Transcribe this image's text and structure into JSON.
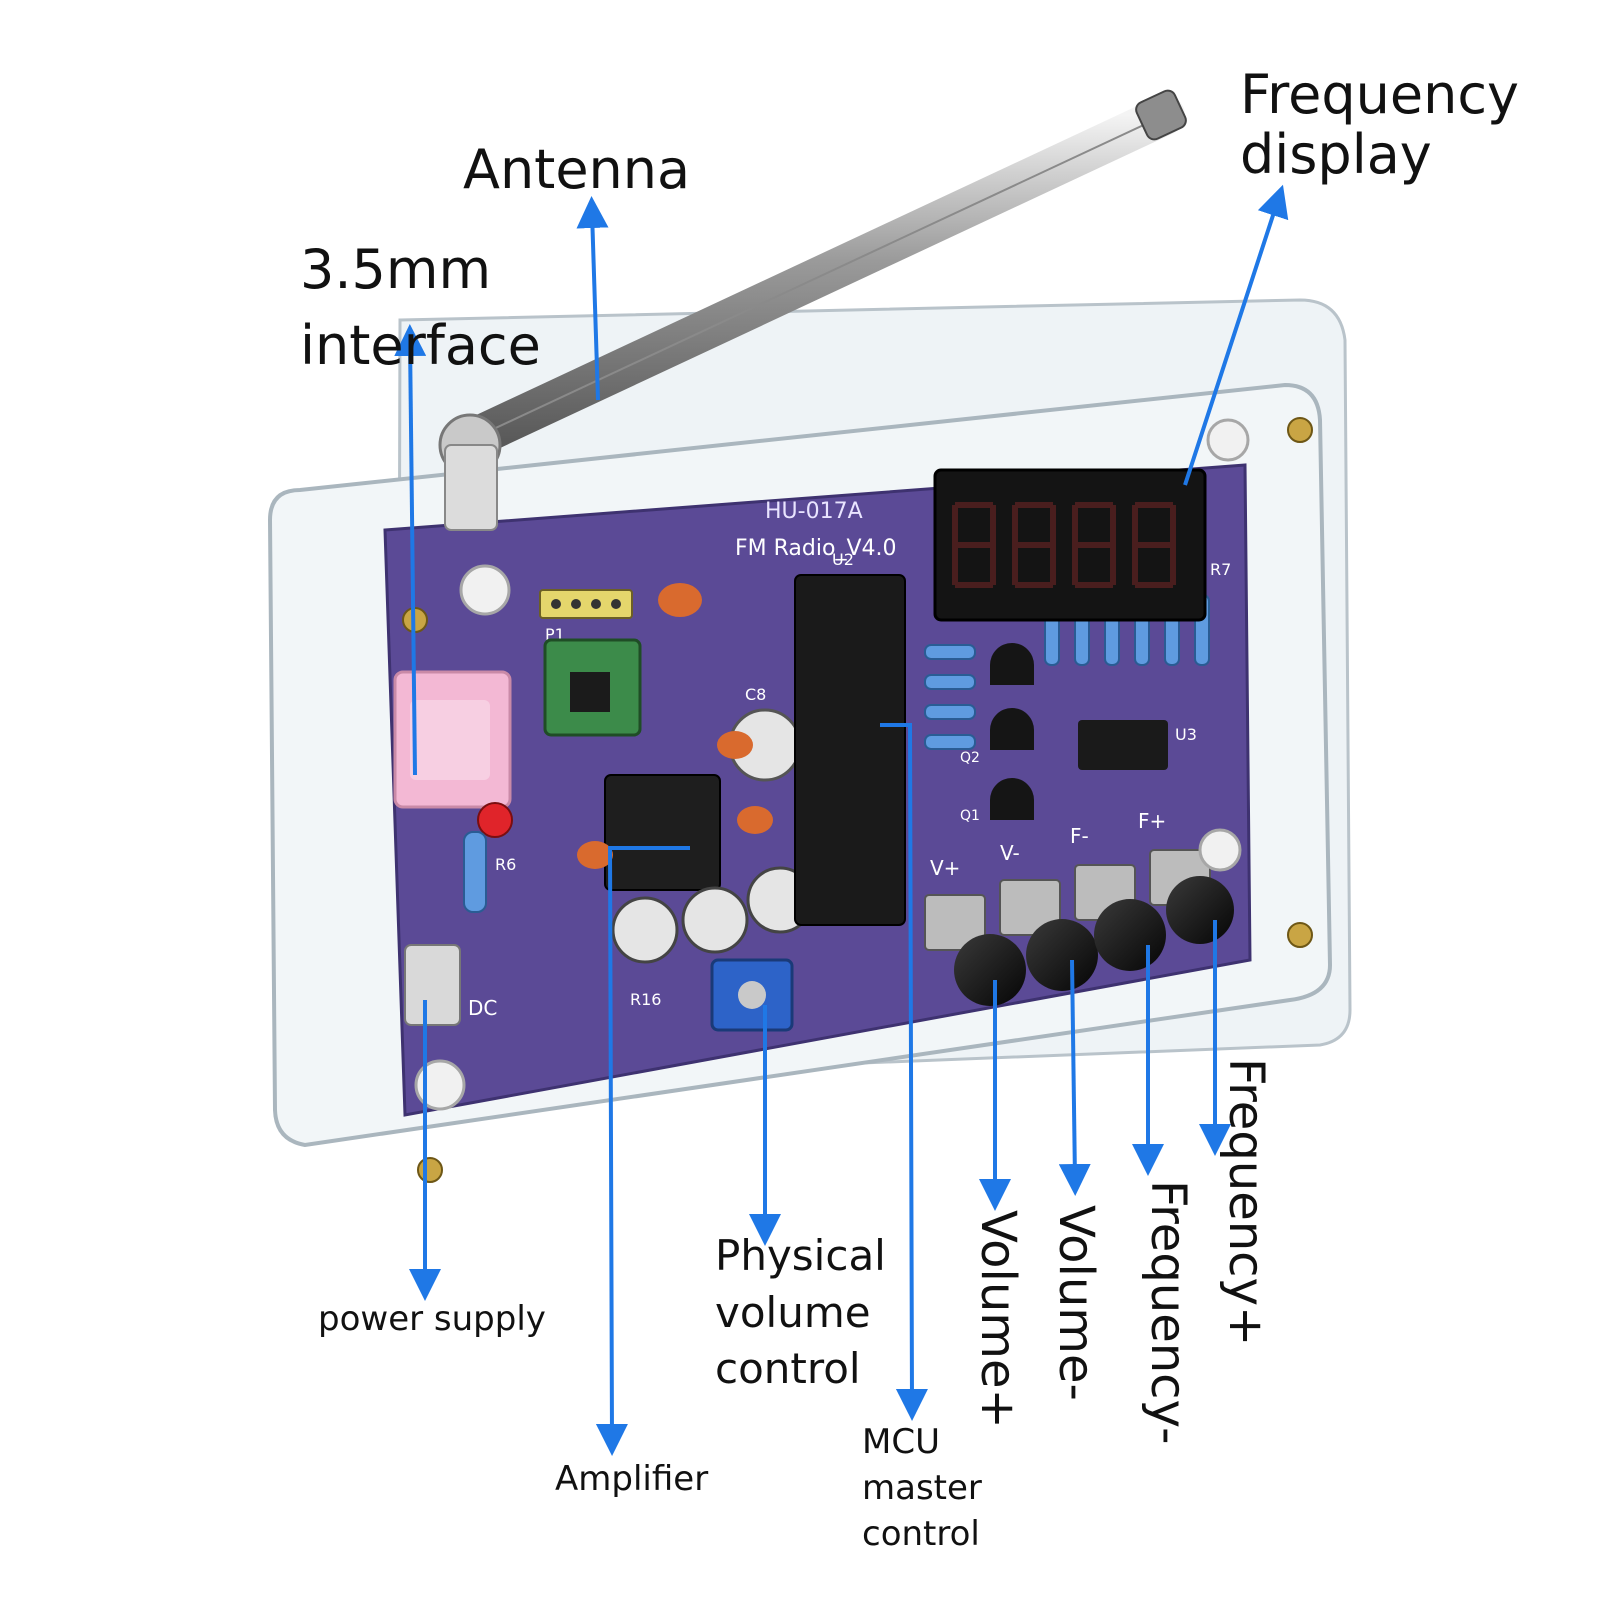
{
  "labels": {
    "antenna": "Antenna",
    "frequency_display": "Frequency\ndisplay",
    "interface_35mm": "3.5mm\ninterface",
    "power_supply": "power supply",
    "amplifier": "Amplifier",
    "physical_volume": "Physical\nvolume\ncontrol",
    "mcu": "MCU\nmaster\ncontrol",
    "volume_plus": "Volume+",
    "volume_minus": "Volume-",
    "frequency_minus": "Frequency-",
    "frequency_plus": "Frequency+"
  },
  "board": {
    "model_text": "FM Radio_V4.0",
    "top_code": "HU-017A",
    "dc_label": "DC",
    "display_digits": "8888",
    "button_labels": [
      "V+",
      "V-",
      "F-",
      "F+"
    ],
    "refs": {
      "p1": "P1",
      "u2": "U2",
      "c8": "C8",
      "r6": "R6",
      "r7": "R7",
      "r16": "R16",
      "u3": "U3",
      "q1": "Q1",
      "q2": "Q2"
    }
  },
  "colors": {
    "arrow": "#1f78e6",
    "pcb": "#5b4a96",
    "acrylic": "#e9eef2",
    "jack": "#f3b8d4",
    "display_bg": "#141414",
    "segment_off": "#4a1e1e"
  }
}
